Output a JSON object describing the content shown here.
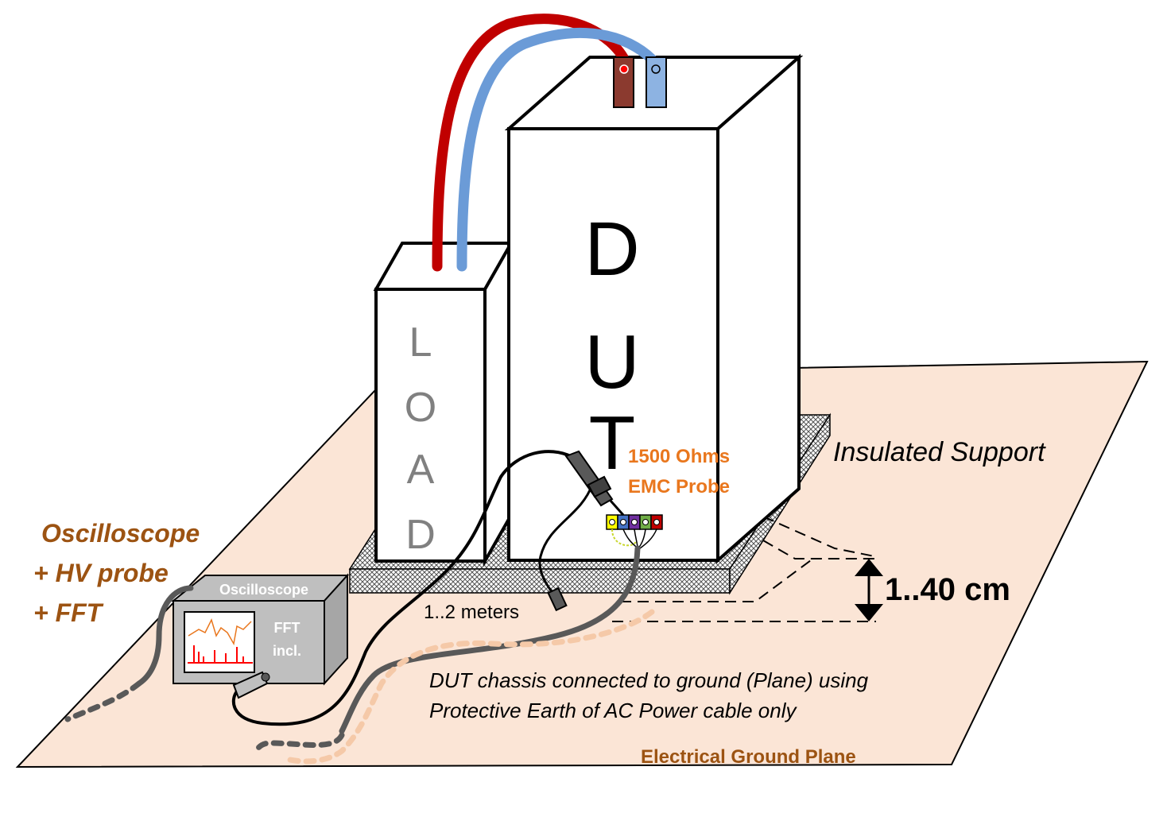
{
  "labels": {
    "load_letters": [
      "L",
      "O",
      "A",
      "D"
    ],
    "dut_letters": [
      "D",
      "U",
      "T"
    ],
    "probe_line1": "1500 Ohms",
    "probe_line2": "EMC Probe",
    "insulated_support": "Insulated Support",
    "height_range": "1..40 cm",
    "cable_length": "1..2 meters",
    "scope_side_line1": "Oscilloscope",
    "scope_side_line2": "+ HV probe",
    "scope_side_line3": "+ FFT",
    "scope_box_title": "Oscilloscope",
    "scope_fft_line1": "FFT",
    "scope_fft_line2": "incl.",
    "chassis_note_line1": "DUT chassis connected to ground (Plane) using",
    "chassis_note_line2": "Protective Earth of AC Power cable only",
    "ground_plane": "Electrical Ground Plane"
  },
  "colors": {
    "ground_plane_fill": "#fbe5d6",
    "orange_text": "#e9771e",
    "brown_text": "#9c5312",
    "red_cable": "#c00000",
    "blue_cable": "#6b9bd7",
    "terminal_red": "#8b3a2f",
    "terminal_blue": "#8db3e2",
    "scope_body": "#bfbfbf",
    "grey_cable": "#595959",
    "probe_terminals": [
      "#ffff00",
      "#4472c4",
      "#7030a0",
      "#70ad47",
      "#c00000"
    ]
  }
}
